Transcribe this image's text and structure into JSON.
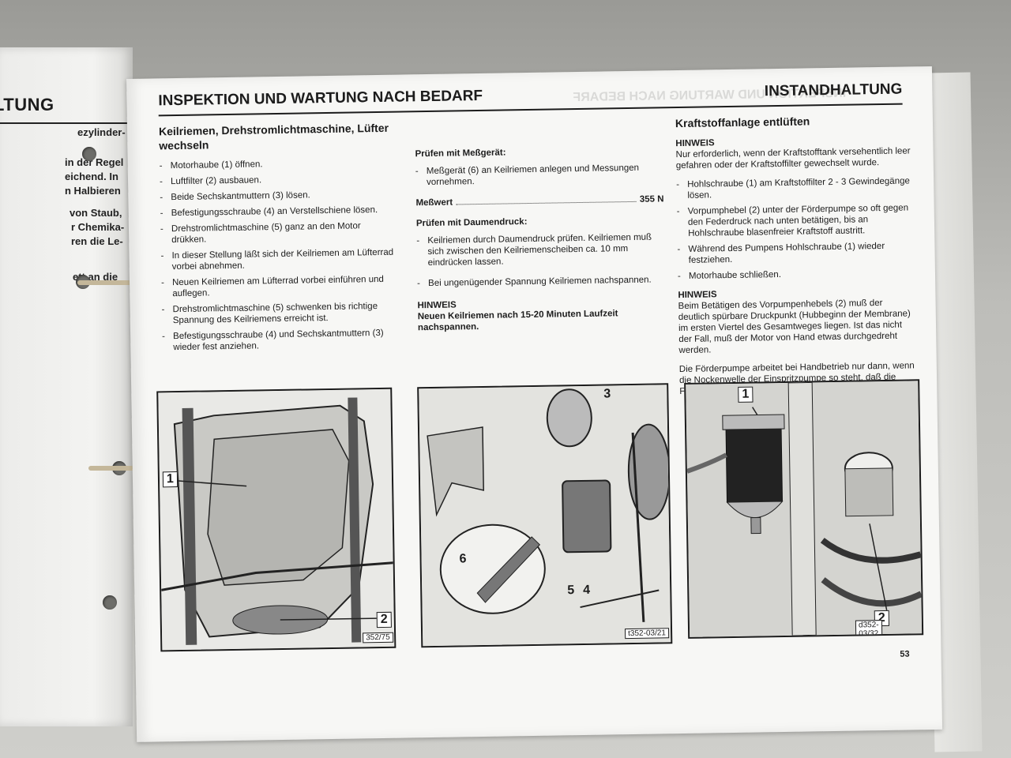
{
  "left_page": {
    "title": "LTUNG",
    "lines": [
      "ezylinder-",
      "in der Regel",
      "eichend. In",
      "n Halbieren",
      "von Staub,",
      "r Chemika-",
      "ren die Le-",
      "ett an die"
    ]
  },
  "header": {
    "title": "INSPEKTION UND WARTUNG NACH BEDARF",
    "section": "INSTANDHALTUNG"
  },
  "col1": {
    "title": "Keilriemen, Drehstromlichtmaschine, Lüfter wechseln",
    "steps": [
      "Motorhaube (1) öffnen.",
      "Luftfilter (2) ausbauen.",
      "Beide Sechskantmuttern (3) lösen.",
      "Befestigungsschraube (4) an Verstellschiene lösen.",
      "Drehstromlichtmaschine (5) ganz an den Motor drükken.",
      "In dieser Stellung läßt sich der Keilriemen am Lüfterrad vorbei abnehmen.",
      "Neuen Keilriemen am Lüfterrad vorbei einführen und auflegen.",
      "Drehstromlichtmaschine (5) schwenken bis richtige Spannung des Keilriemens erreicht ist.",
      "Befestigungsschraube (4) und Sechskantmuttern (3) wieder fest anziehen."
    ]
  },
  "col2": {
    "sub1": "Prüfen mit Meßgerät:",
    "step1": "Meßgerät (6) an Keilriemen anlegen und Messungen vornehmen.",
    "measure_label": "Meßwert",
    "measure_value": "355 N",
    "sub2": "Prüfen mit Daumendruck:",
    "step2": "Keilriemen durch Daumendruck prüfen. Keilriemen muß sich zwischen den Keilriemenscheiben ca. 10 mm eindrücken lassen.",
    "step3": "Bei ungenügender Spannung Keilriemen nachspannen.",
    "hinweis_label": "HINWEIS",
    "hinweis_text": "Neuen Keilriemen nach 15-20 Minuten Laufzeit nachspannen."
  },
  "col3": {
    "title": "Kraftstoffanlage entlüften",
    "hinweis1_label": "HINWEIS",
    "hinweis1_text": "Nur erforderlich, wenn der Kraftstofftank versehentlich leer gefahren oder der Kraftstoffilter gewechselt wurde.",
    "steps": [
      "Hohlschraube (1) am Kraftstoffilter 2 - 3 Gewindegänge lösen.",
      "Vorpumphebel (2) unter der Förderpumpe so oft gegen den Federdruck nach unten betätigen, bis an Hohlschraube blasenfreier Kraftstoff austritt.",
      "Während des Pumpens Hohlschraube (1) wieder festziehen.",
      "Motorhaube schließen."
    ],
    "hinweis2_label": "HINWEIS",
    "hinweis2_text": "Beim Betätigen des Vorpumpenhebels (2) muß der deutlich spürbare Druckpunkt (Hubbeginn der Membrane) im ersten Viertel des Gesamtweges liegen. Ist das nicht der Fall, muß der Motor von Hand etwas durchgedreht werden.",
    "para": "Die Förderpumpe arbeitet bei Handbetrieb nur dann, wenn die Nockenwelle der Einspritzpumpe so steht, daß die Förderpumpenmembrane nicht angehoben ist."
  },
  "figures": {
    "fig1": {
      "label1": "1",
      "label2": "2",
      "code": "352/75"
    },
    "fig2": {
      "label3": "3",
      "label4": "4",
      "label5": "5",
      "label6": "6",
      "code": "t352-03/21"
    },
    "fig3": {
      "label1": "1",
      "label2": "2",
      "code": "d352-03/32"
    }
  },
  "page_number": "53",
  "colors": {
    "paper": "#f7f7f5",
    "ink": "#1c1c1c",
    "background": "#8b8b87"
  }
}
